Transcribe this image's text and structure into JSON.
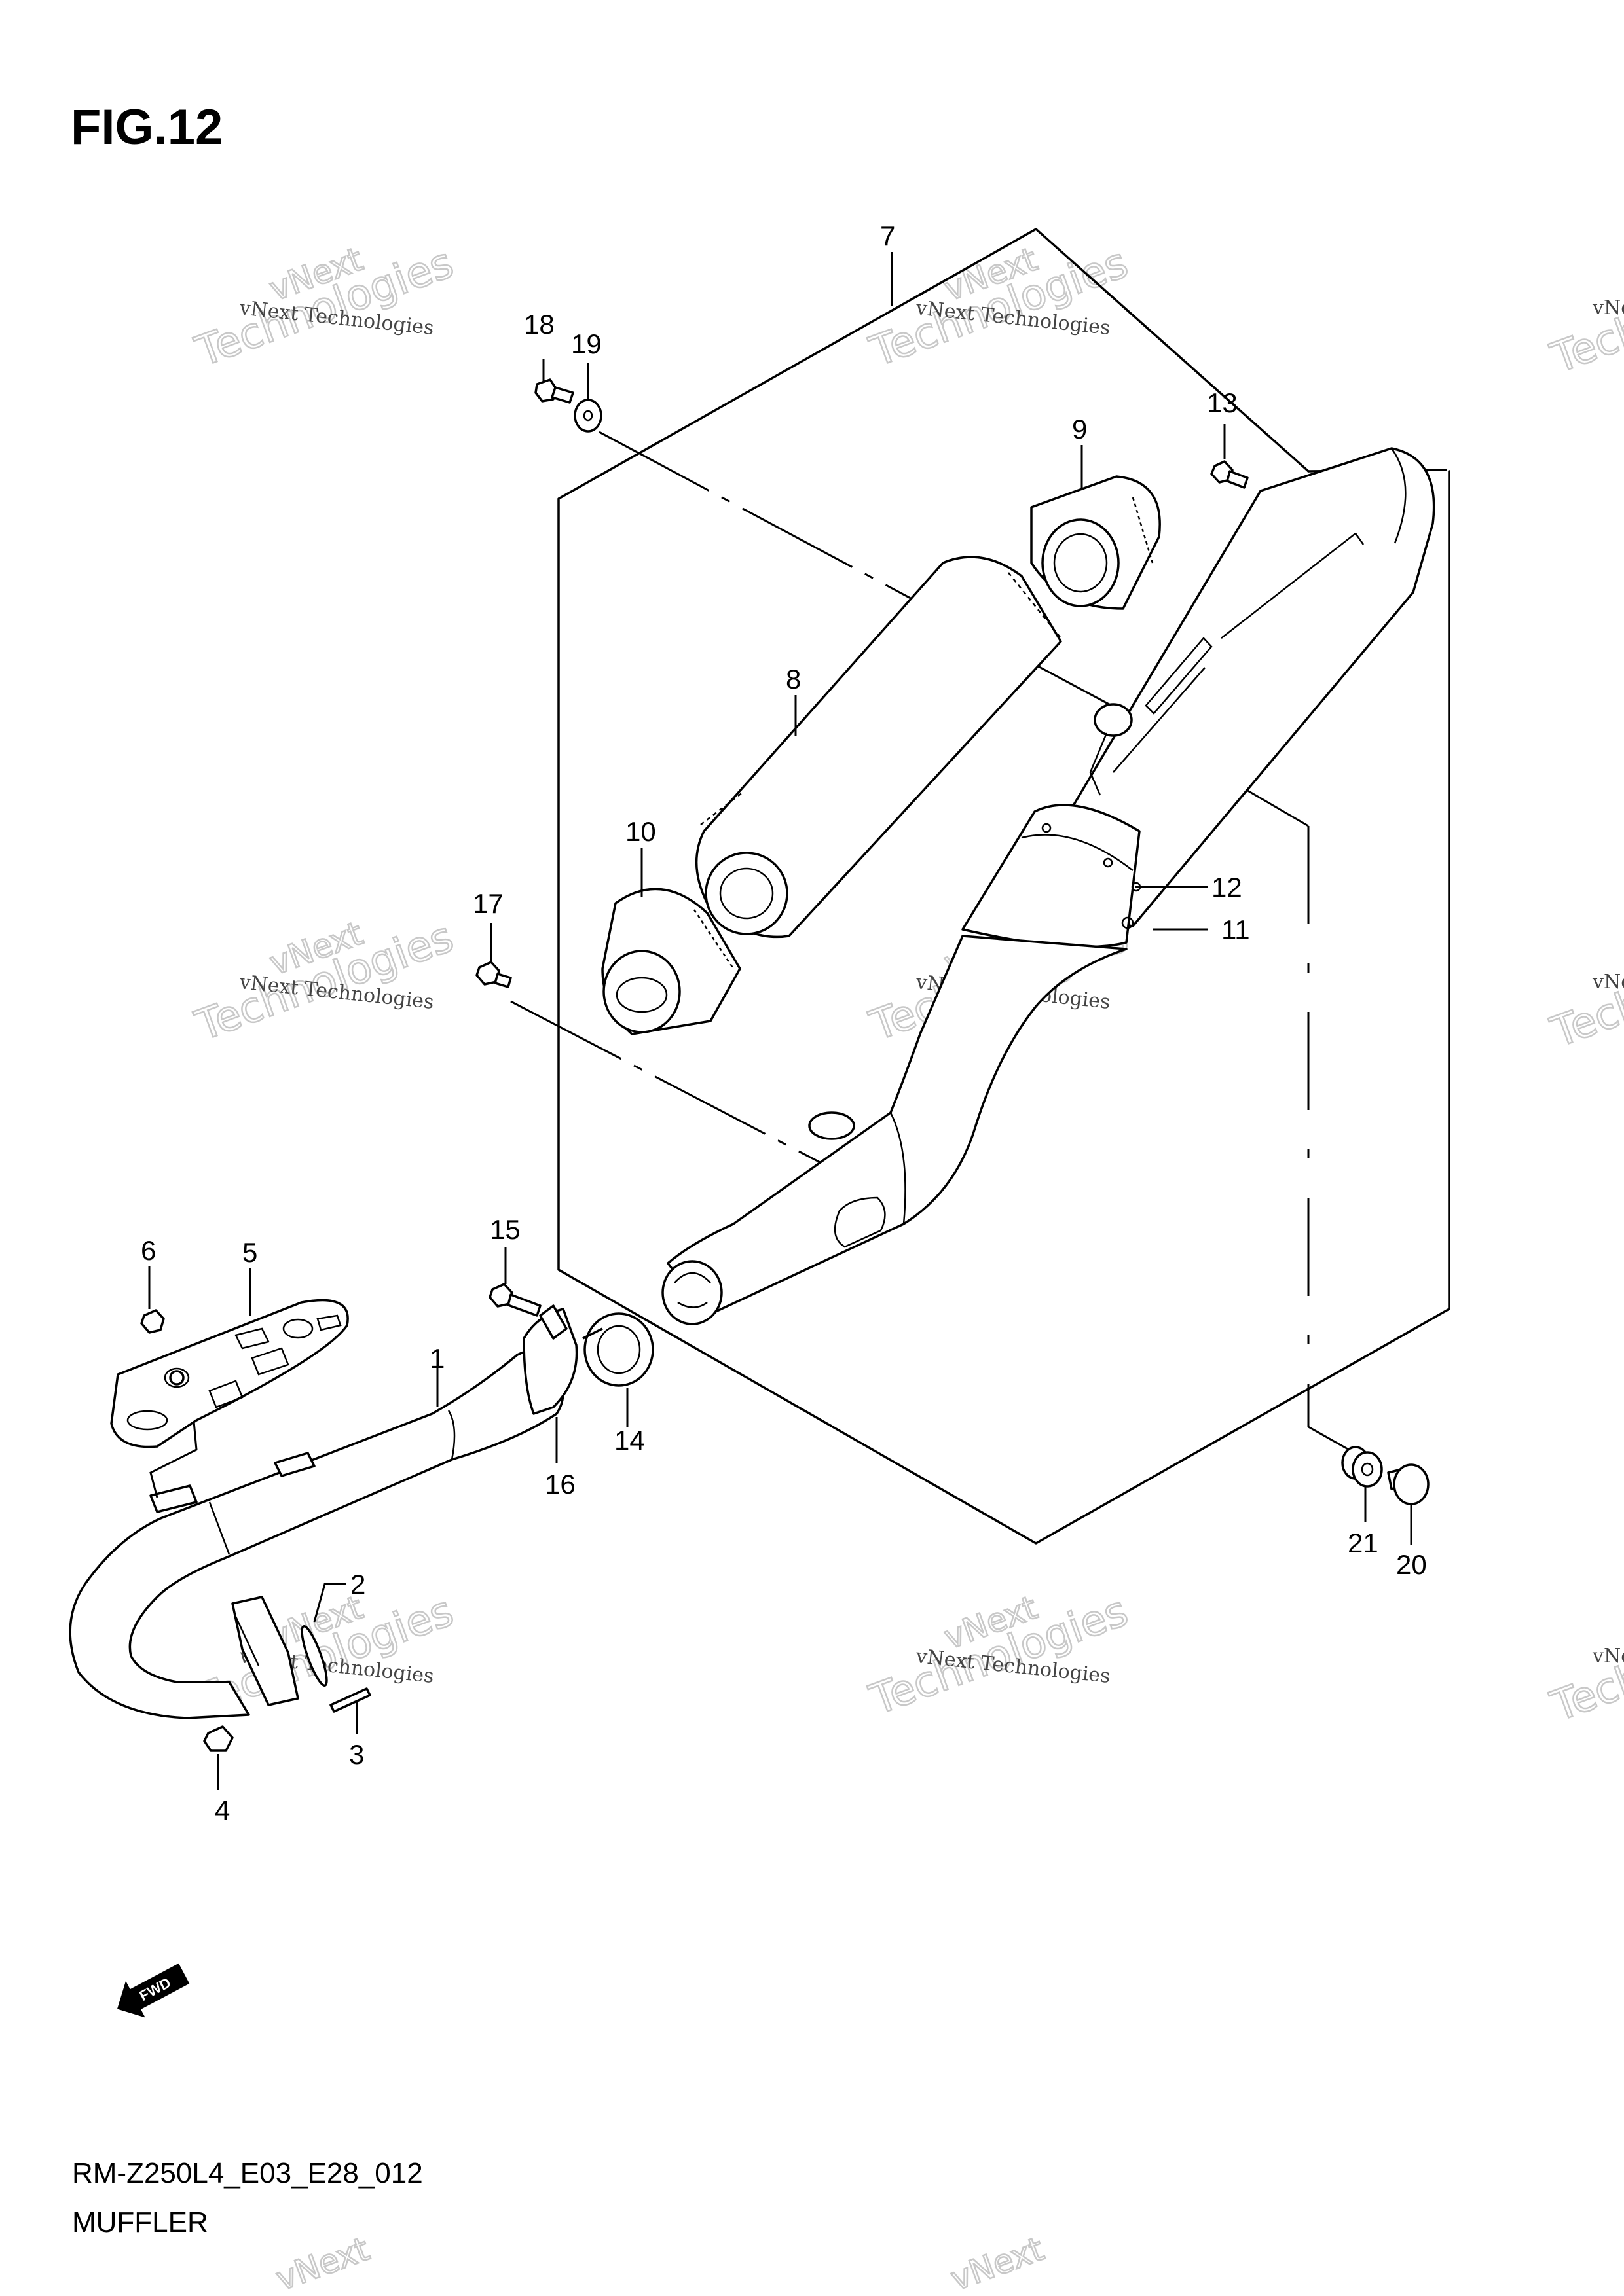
{
  "figure_title": "FIG.12",
  "drawing_code": "RM-Z250L4_E03_E28_012",
  "section_name": "MUFFLER",
  "fwd_label": "FWD",
  "watermark": {
    "line1": "vNext Technologies",
    "line2": "vNext",
    "line3": "Technologies"
  },
  "callouts": {
    "c1": "1",
    "c2": "2",
    "c3": "3",
    "c4": "4",
    "c5": "5",
    "c6": "6",
    "c7": "7",
    "c8": "8",
    "c9": "9",
    "c10": "10",
    "c11": "11",
    "c12": "12",
    "c13": "13",
    "c14": "14",
    "c15": "15",
    "c16": "16",
    "c17": "17",
    "c18": "18",
    "c19": "19",
    "c20": "20",
    "c21": "21"
  }
}
